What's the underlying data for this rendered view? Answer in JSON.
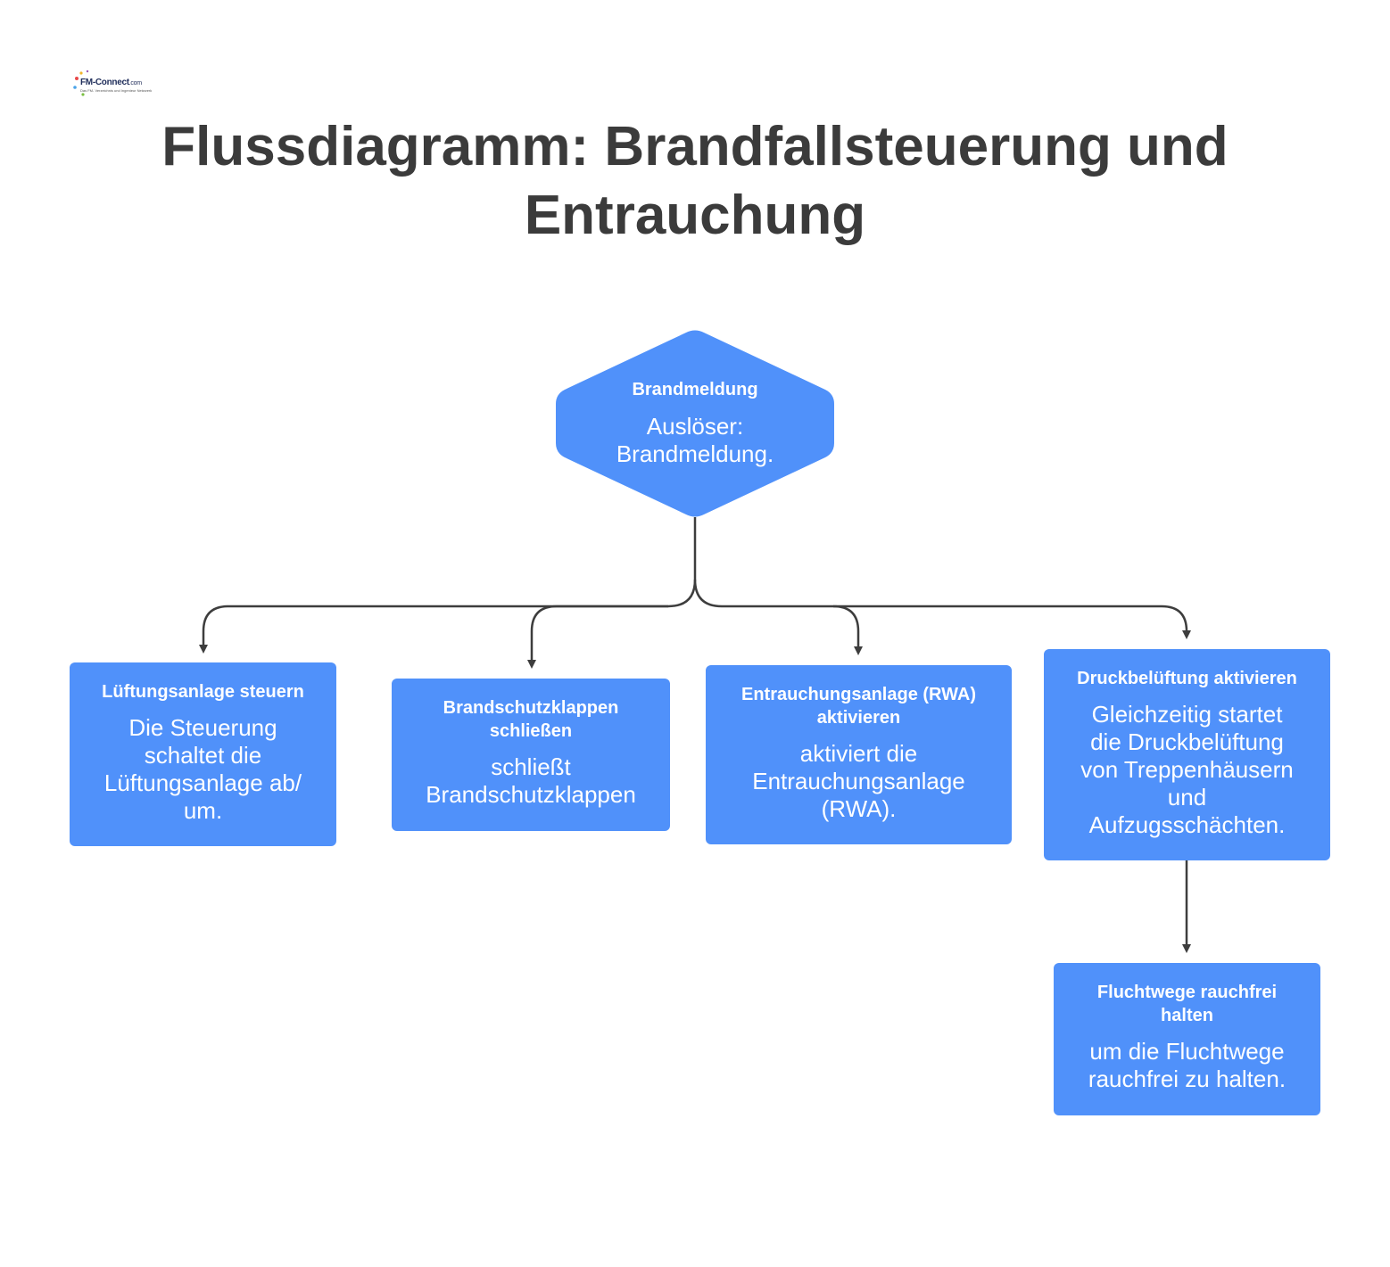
{
  "logo": {
    "brand": "FM-Connect",
    "tld": ".com",
    "tagline": "Das FM- Verzeichnis und Ingenieur Netzwerk"
  },
  "title": "Flussdiagramm: Brandfallsteuerung und Entrauchung",
  "nodes": {
    "start": {
      "title": "Brandmeldung",
      "desc": "Auslöser: Brandmeldung."
    },
    "lueftung": {
      "title": "Lüftungsanlage steuern",
      "desc": "Die Steuerung schaltet die Lüftungsanlage ab/ um."
    },
    "klappen": {
      "title": "Brandschutzklappen schließen",
      "desc": "schließt Brandschutzklappen"
    },
    "rwa": {
      "title": "Entrauchungsanlage (RWA) aktivieren",
      "desc": "aktiviert die Entrauchungsanlage (RWA)."
    },
    "druck": {
      "title": "Druckbelüftung aktivieren",
      "desc": "Gleichzeitig startet die Druckbelüftung von Treppenhäusern und Aufzugsschächten."
    },
    "flucht": {
      "title": "Fluchtwege rauchfrei halten",
      "desc": "um die Fluchtwege rauchfrei zu halten."
    }
  },
  "colors": {
    "node": "#5091fa",
    "edge": "#3d3d3d",
    "title": "#3b3b3b"
  }
}
